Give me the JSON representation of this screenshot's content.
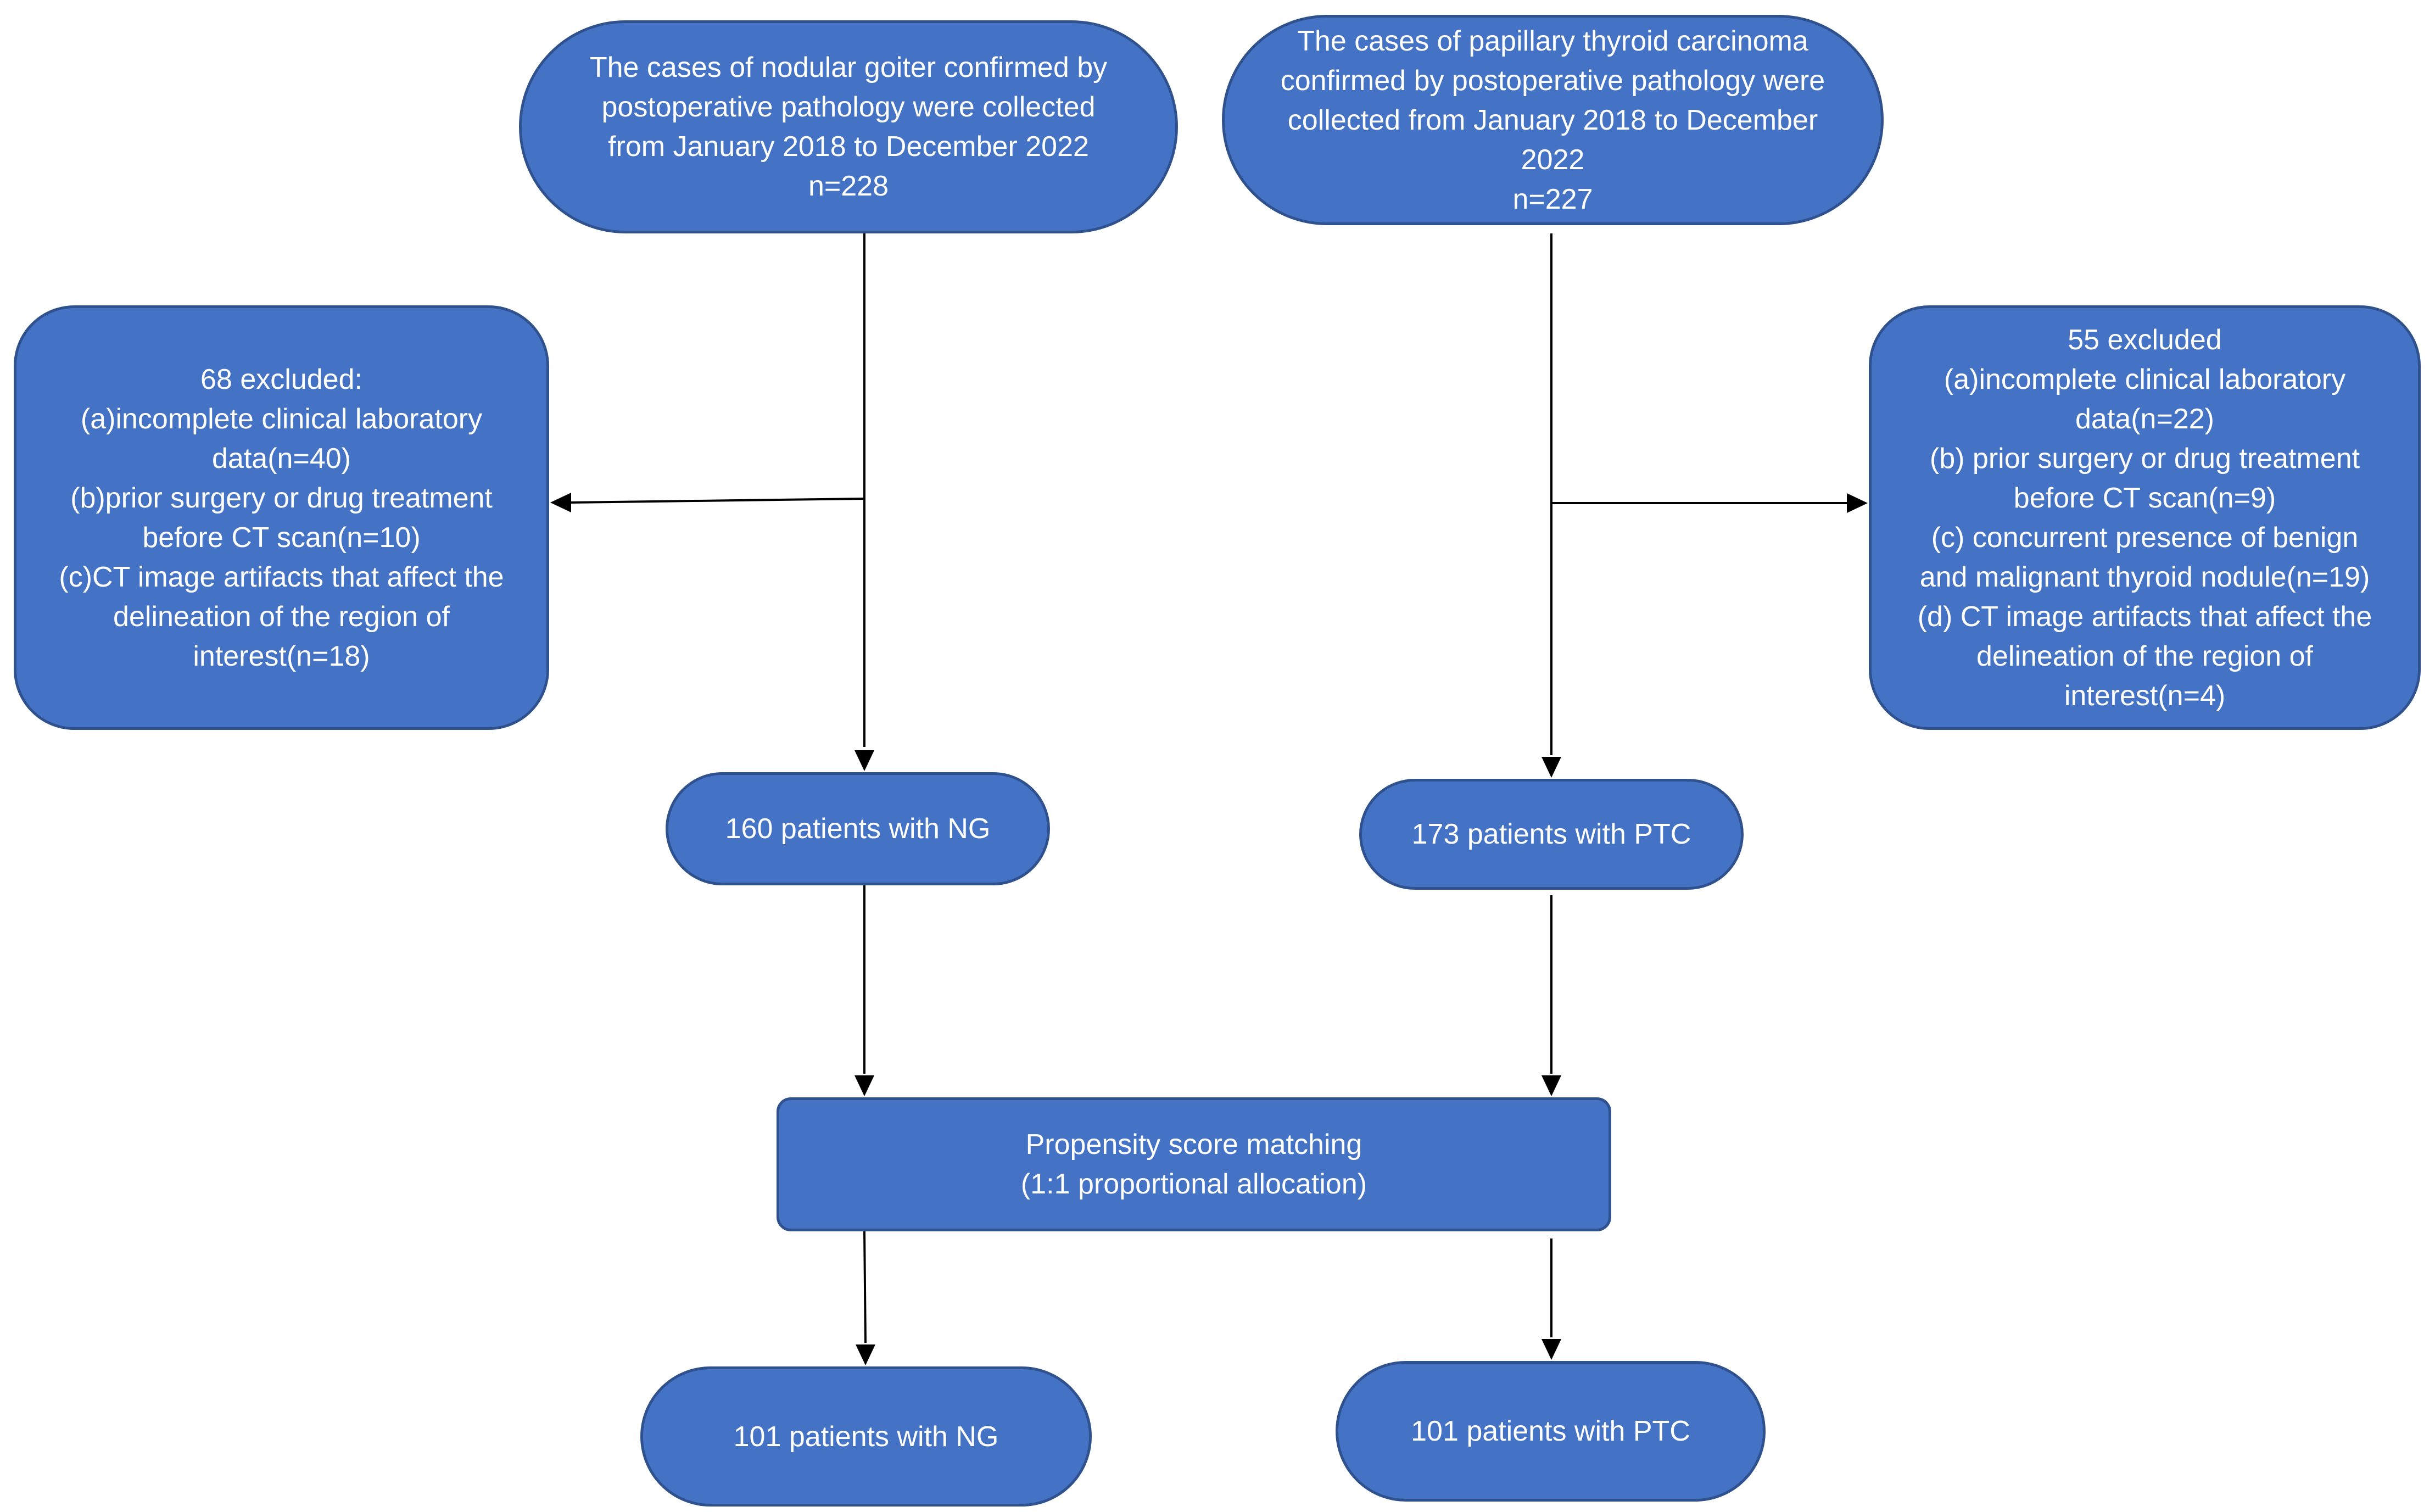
{
  "colors": {
    "box_fill": "#4472c4",
    "box_border": "#2f528f",
    "text": "#ffffff",
    "arrow": "#000000"
  },
  "boxes": {
    "ng_source": {
      "lines": [
        "The cases of nodular goiter confirmed by",
        "postoperative pathology were collected",
        "from January 2018 to December 2022",
        "n=228"
      ]
    },
    "ptc_source": {
      "lines": [
        "The cases of papillary thyroid carcinoma",
        "confirmed by postoperative pathology were",
        "collected from January 2018 to December",
        "2022",
        "n=227"
      ]
    },
    "ng_excluded": {
      "lines": [
        "68 excluded:",
        "(a)incomplete clinical laboratory",
        "data(n=40)",
        "(b)prior surgery or drug treatment",
        "before CT scan(n=10)",
        "(c)CT image artifacts that affect the",
        "delineation of the region of",
        "interest(n=18)"
      ]
    },
    "ptc_excluded": {
      "lines": [
        "55 excluded",
        "(a)incomplete clinical laboratory",
        "data(n=22)",
        "(b) prior surgery or drug treatment",
        "before CT scan(n=9)",
        "(c) concurrent presence of benign",
        "and malignant thyroid nodule(n=19)",
        "(d) CT image artifacts that affect the",
        "delineation of the region of",
        "interest(n=4)"
      ]
    },
    "ng_160": {
      "lines": [
        "160 patients with NG"
      ]
    },
    "ptc_173": {
      "lines": [
        "173 patients with PTC"
      ]
    },
    "psm": {
      "lines": [
        "Propensity score matching",
        "(1:1 proportional allocation)"
      ]
    },
    "ng_101": {
      "lines": [
        "101 patients with NG"
      ]
    },
    "ptc_101": {
      "lines": [
        "101 patients with PTC"
      ]
    }
  }
}
